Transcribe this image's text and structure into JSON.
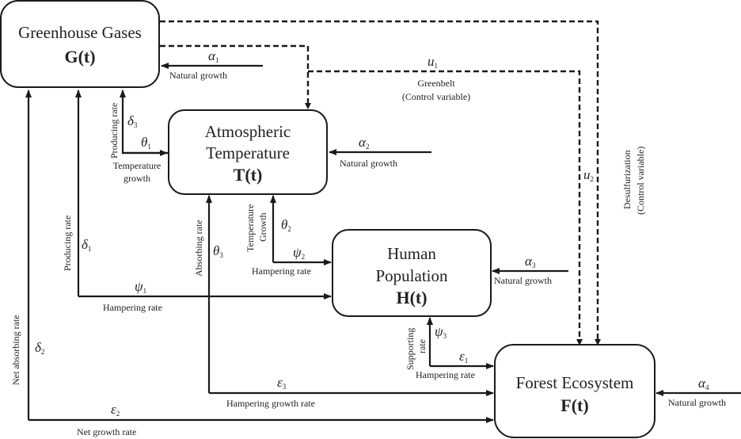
{
  "nodes": {
    "greenhouse": {
      "title": "Greenhouse Gases",
      "var": "G(t)"
    },
    "temperature": {
      "title_line1": "Atmospheric",
      "title_line2": "Temperature",
      "var": "T(t)"
    },
    "population": {
      "title_line1": "Human",
      "title_line2": "Population",
      "var": "H(t)"
    },
    "forest": {
      "title": "Forest Ecosystem",
      "var": "F(t)"
    }
  },
  "edges": {
    "alpha1": {
      "symbol": "α",
      "sub": "1",
      "label": "Natural growth"
    },
    "alpha2": {
      "symbol": "α",
      "sub": "2",
      "label": "Natural growth"
    },
    "alpha3": {
      "symbol": "α",
      "sub": "3",
      "label": "Natural growth"
    },
    "alpha4": {
      "symbol": "α",
      "sub": "4",
      "label": "Natural growth"
    },
    "delta3": {
      "symbol": "δ",
      "sub": "3",
      "label": "Producing rate"
    },
    "theta1": {
      "symbol": "θ",
      "sub": "1",
      "label_line1": "Temperature",
      "label_line2": "growth"
    },
    "delta1": {
      "symbol": "δ",
      "sub": "1",
      "label": "Producing rate"
    },
    "psi1": {
      "symbol": "ψ",
      "sub": "1",
      "label": "Hampering rate"
    },
    "delta2": {
      "symbol": "δ",
      "sub": "2",
      "label": "Net absorbing rate"
    },
    "epsilon2": {
      "symbol": "ε",
      "sub": "2",
      "label": "Net growth rate"
    },
    "theta3": {
      "symbol": "θ",
      "sub": "3",
      "label": "Absorbing rate"
    },
    "epsilon3": {
      "symbol": "ε",
      "sub": "3",
      "label": "Hampering growth rate"
    },
    "theta2": {
      "symbol": "θ",
      "sub": "2",
      "label_line1": "Temperature",
      "label_line2": "Growth"
    },
    "psi2": {
      "symbol": "ψ",
      "sub": "2",
      "label": "Hampering rate"
    },
    "psi3": {
      "symbol": "ψ",
      "sub": "3",
      "label_line1": "Supporting",
      "label_line2": "rate"
    },
    "epsilon1": {
      "symbol": "ε",
      "sub": "1",
      "label": "Hampering rate"
    },
    "u1": {
      "symbol": "u",
      "sub": "1",
      "label_line1": "Greenbelt",
      "label_line2": "(Control variable)"
    },
    "u2": {
      "symbol": "u",
      "sub": "2",
      "label_line1": "Desulfurization",
      "label_line2": "(Control variable)"
    }
  }
}
